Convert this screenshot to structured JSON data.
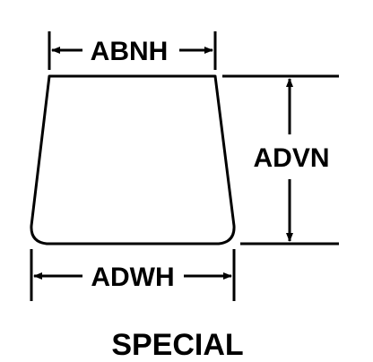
{
  "diagram": {
    "labels": {
      "top_width": "ABNH",
      "height": "ADVN",
      "bottom_width": "ADWH",
      "title": "SPECIAL"
    },
    "colors": {
      "ink": "#000000",
      "background": "#ffffff"
    }
  }
}
